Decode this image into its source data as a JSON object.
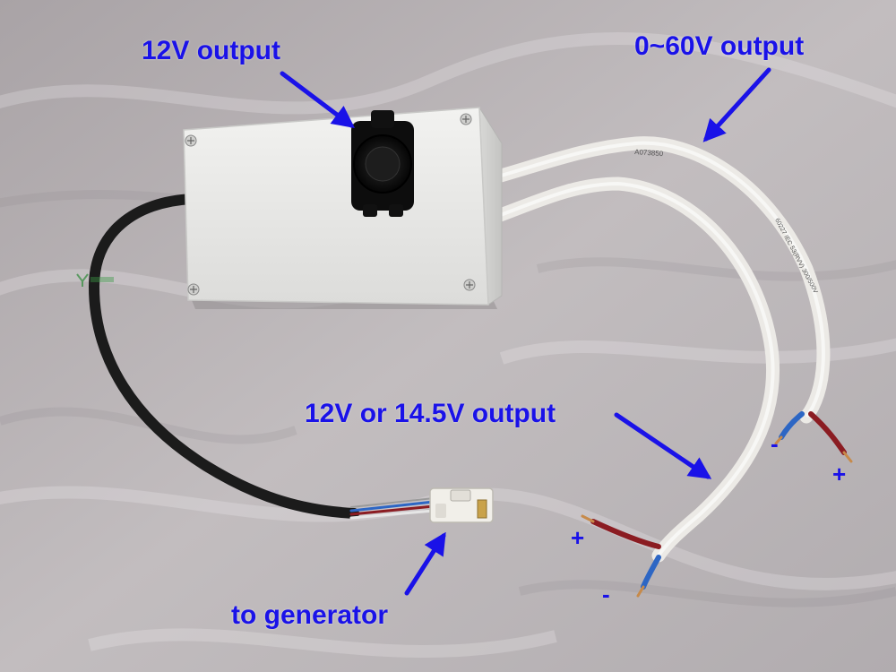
{
  "annotations": {
    "usb_output": "12V output",
    "variable_output": "0~60V output",
    "battery_output": "12V or 14.5V output",
    "generator_input": "to generator"
  },
  "polarity": {
    "variable_negative": "-",
    "variable_positive": "+",
    "battery_positive": "+",
    "battery_negative": "-"
  },
  "cable_print": {
    "variable_cable_text": "A073850",
    "battery_cable_text": "60227 IEC 53(RVV) 300/500V"
  },
  "colors": {
    "annotation_text": "#1a12e8",
    "arrow": "#1a12e8",
    "enclosure": "#e8e8e6",
    "background_fabric": "#b8b3b5",
    "cable_white": "#eceae6",
    "cable_black": "#1b1b1b",
    "wire_red": "#8b1c22",
    "wire_blue": "#2d66c4"
  },
  "icons": {
    "socket": "cigarette-lighter-socket-icon",
    "screw": "screw-icon",
    "connector": "white-plug-connector-icon",
    "logo": "watermark-logo-icon"
  }
}
